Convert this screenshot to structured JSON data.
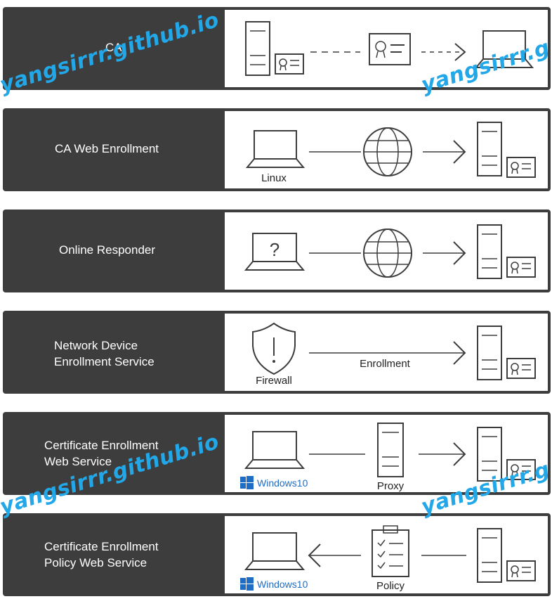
{
  "rows": [
    {
      "title": "CA"
    },
    {
      "title": "CA Web Enrollment"
    },
    {
      "title": "Online Responder"
    },
    {
      "title": "Network Device\nEnrollment Service"
    },
    {
      "title": "Certificate Enrollment\nWeb Service"
    },
    {
      "title": "Certificate Enrollment\nPolicy Web Service"
    }
  ],
  "labels": {
    "linux": "Linux",
    "question": "?",
    "firewall": "Firewall",
    "enrollment": "Enrollment",
    "windows10_a": "Windows10",
    "proxy": "Proxy",
    "windows10_b": "Windows10",
    "policy": "Policy"
  },
  "watermarks": [
    "yangsirrr.github.io",
    "yangsirrr.g",
    "yangsirrr.github.io",
    "yangsirrr.g"
  ],
  "colors": {
    "panel": "#3d3d3d",
    "watermark": "#22a7e8",
    "windows": "#1f6cc4"
  }
}
